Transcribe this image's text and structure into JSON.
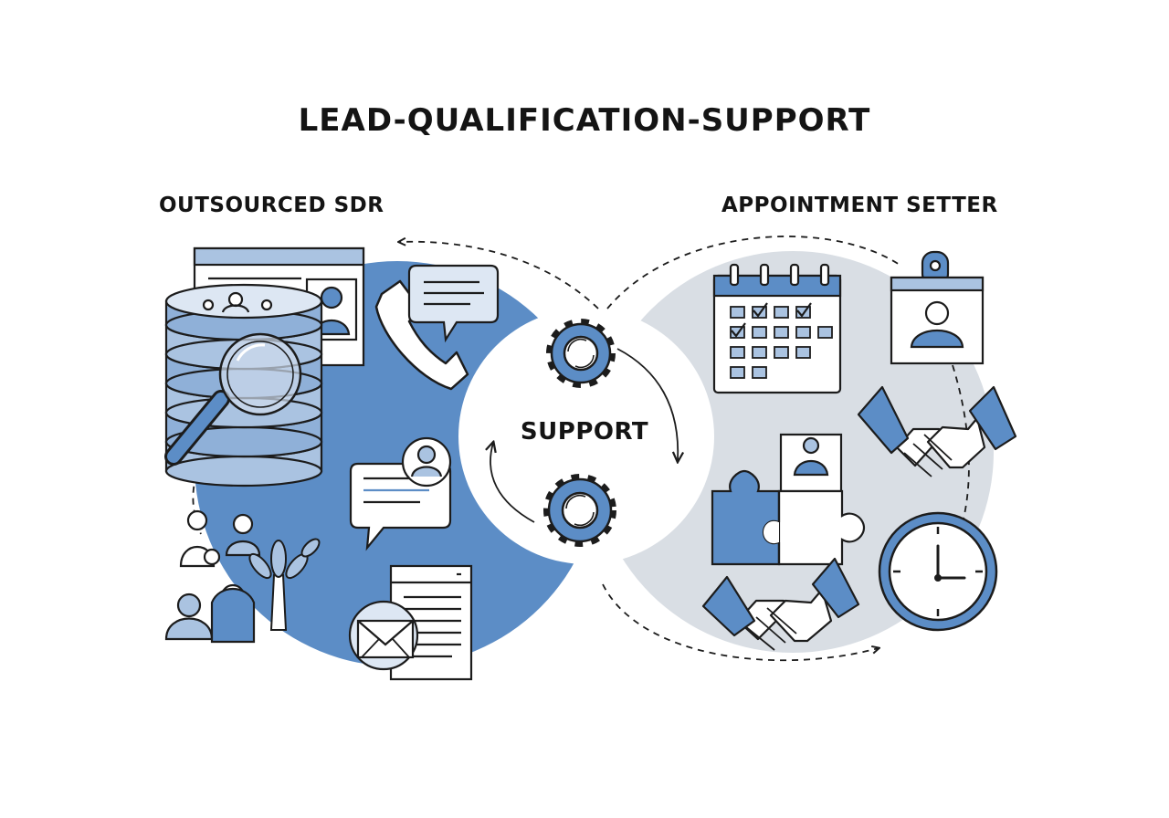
{
  "title": "LEAD-QUALIFICATION-SUPPORT",
  "left": {
    "label": "OUTSOURCED SDR"
  },
  "right": {
    "label": "APPOINTMENT SETTER"
  },
  "center": {
    "label": "SUPPORT"
  },
  "colors": {
    "accent_blue": "#5c8dc6",
    "light_blue": "#aac3e1",
    "grey_circle": "#d9dee4",
    "outline": "#1c1c1c",
    "background": "#ffffff"
  },
  "icons": [
    "database-icon",
    "magnifier-icon",
    "contact-card-icon",
    "phone-icon",
    "chat-bubble-icon",
    "profile-chat-icon",
    "team-icon",
    "plant-icon",
    "document-icon",
    "email-icon",
    "gear-icon",
    "cycle-arrow-icon",
    "calendar-icon",
    "badge-icon",
    "handshake-icon",
    "puzzle-icon",
    "clock-icon",
    "dashed-arrow-icon"
  ]
}
